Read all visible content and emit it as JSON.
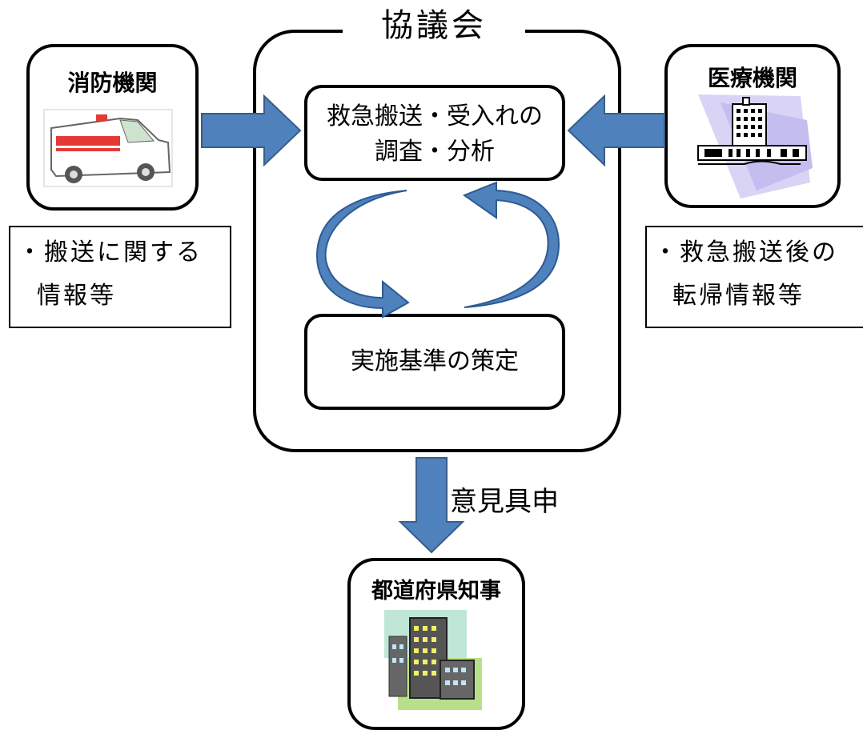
{
  "council": {
    "title": "協議会"
  },
  "fire_dept": {
    "label": "消防機関",
    "note_line1": "・搬送に関する",
    "note_line2": "情報等"
  },
  "medical": {
    "label": "医療機関",
    "note_line1": "・救急搬送後の",
    "note_line2": "転帰情報等"
  },
  "survey_box": {
    "line1": "救急搬送・受入れの",
    "line2": "調査・分析"
  },
  "standard_box": {
    "text": "実施基準の策定"
  },
  "opinion": {
    "label": "意見具申"
  },
  "governor": {
    "label": "都道府県知事"
  },
  "colors": {
    "arrow_fill": "#4f81bd",
    "arrow_stroke": "#385d8a",
    "cycle_dark": "#2e5a93"
  }
}
